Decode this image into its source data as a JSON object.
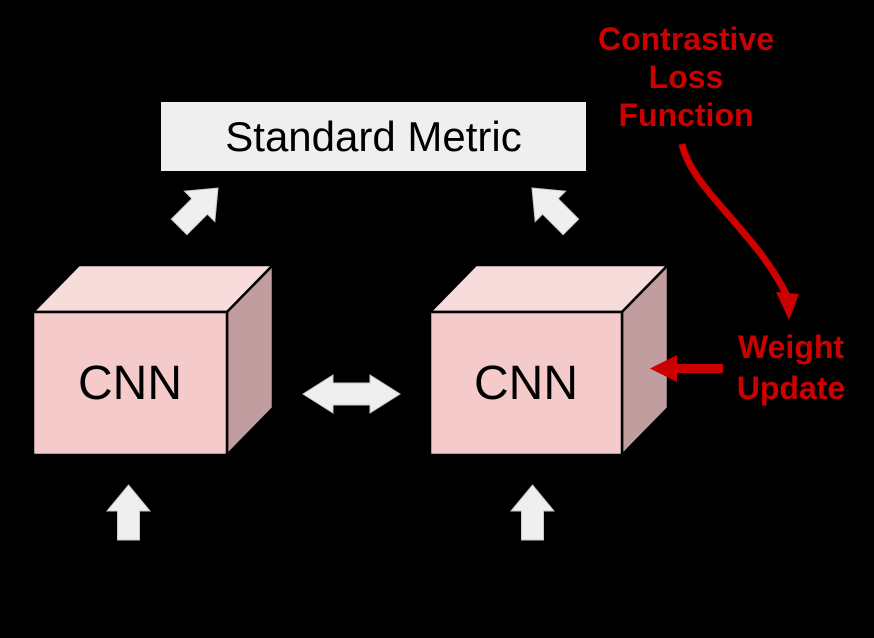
{
  "colors": {
    "background": "#000000",
    "annotation_red": "#cc0000",
    "cnn_front": "#f4caca",
    "cnn_top": "#f8dbdb",
    "cnn_side": "#c19d9f",
    "metric_box_bg": "#efefef",
    "arrow_fill": "#efefef",
    "outline_black": "#000000"
  },
  "diagram": {
    "metric_box": {
      "label": "Standard Metric"
    },
    "cnn_left": {
      "label": "CNN"
    },
    "cnn_right": {
      "label": "CNN"
    },
    "annotations": {
      "contrastive_loss": {
        "line1": "Contrastive",
        "line2": "Loss",
        "line3": "Function"
      },
      "weight_update": {
        "line1": "Weight",
        "line2": "Update"
      }
    }
  }
}
